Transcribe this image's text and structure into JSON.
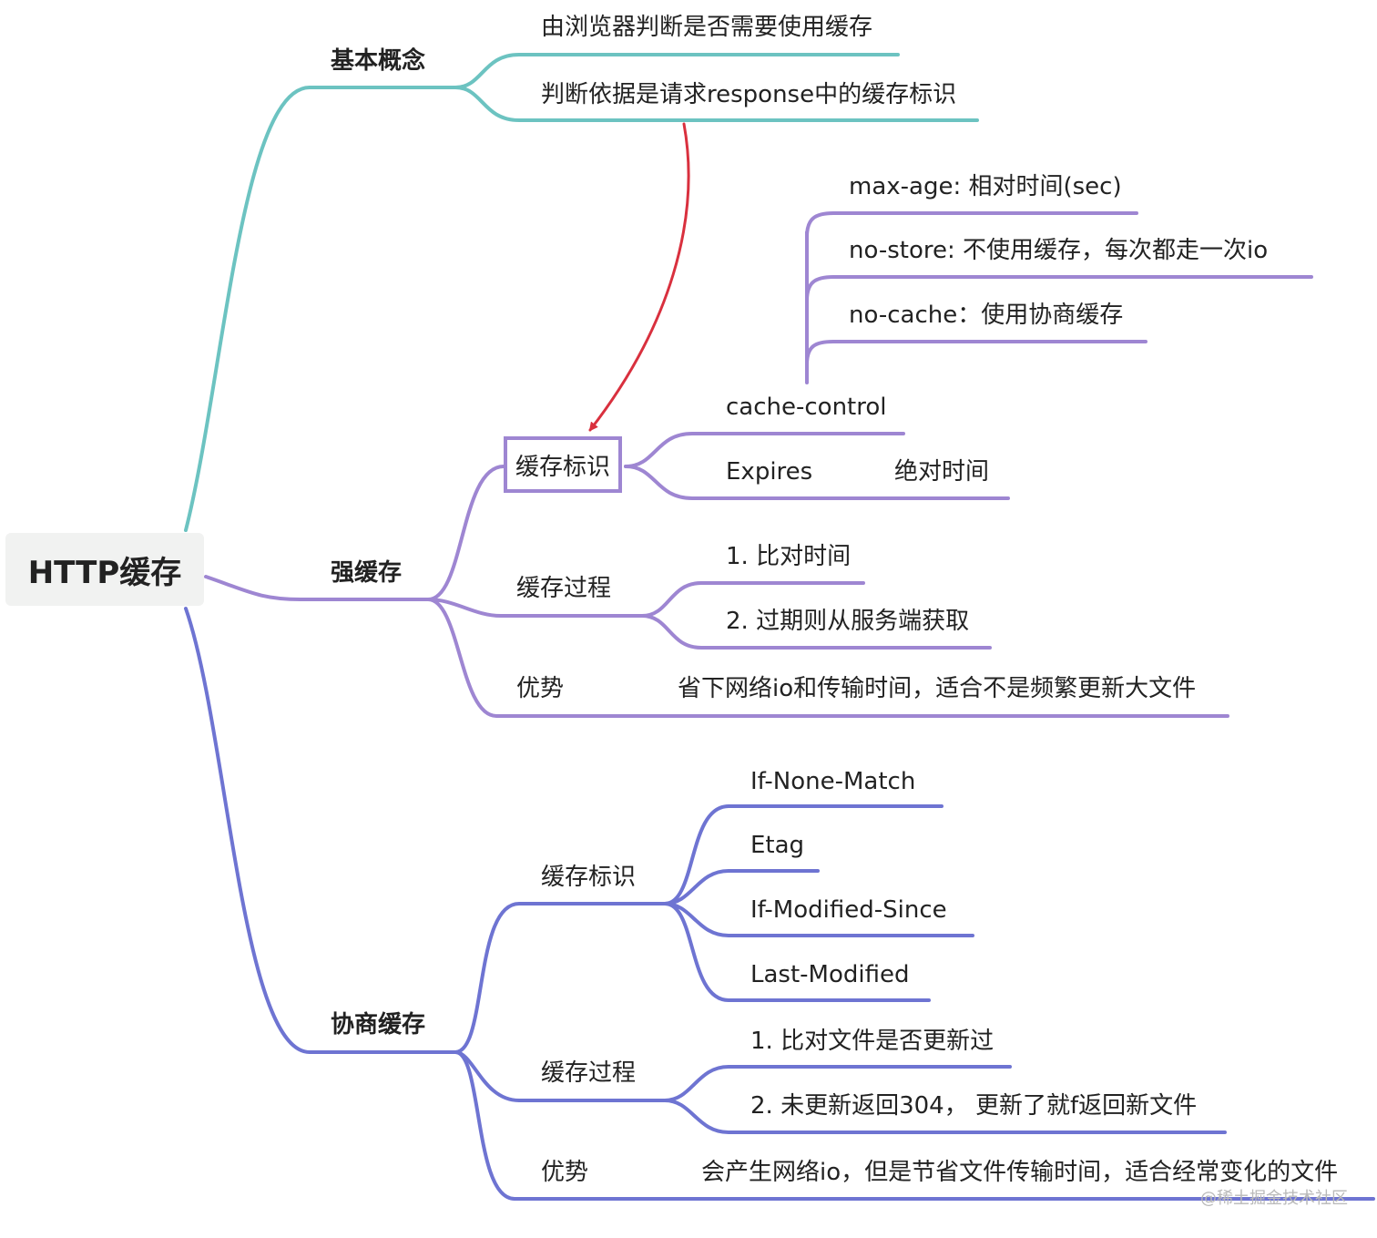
{
  "root": "HTTP缓存",
  "colors": {
    "basic": "#6cc3c1",
    "strong": "#9e86d2",
    "negotiate": "#6e74d2",
    "arrow": "#d9303e"
  },
  "basic": {
    "label": "基本概念",
    "items": [
      "由浏览器判断是否需要使用缓存",
      "判断依据是请求response中的缓存标识"
    ]
  },
  "strong": {
    "label": "强缓存",
    "flag": {
      "label": "缓存标识",
      "cache_control": {
        "label": "cache-control",
        "items": [
          "max-age: 相对时间(sec)",
          "no-store: 不使用缓存，每次都走一次io",
          "no-cache：使用协商缓存"
        ]
      },
      "expires": {
        "label": "Expires",
        "note": "绝对时间"
      }
    },
    "process": {
      "label": "缓存过程",
      "items": [
        "1. 比对时间",
        "2. 过期则从服务端获取"
      ]
    },
    "advantage": {
      "label": "优势",
      "note": "省下网络io和传输时间，适合不是频繁更新大文件"
    }
  },
  "negotiate": {
    "label": "协商缓存",
    "flag": {
      "label": "缓存标识",
      "items": [
        "If-None-Match",
        "Etag",
        "If-Modified-Since",
        "Last-Modified"
      ]
    },
    "process": {
      "label": "缓存过程",
      "items": [
        "1. 比对文件是否更新过",
        "2. 未更新返回304， 更新了就f返回新文件"
      ]
    },
    "advantage": {
      "label": "优势",
      "note": "会产生网络io，但是节省文件传输时间，适合经常变化的文件"
    }
  },
  "watermark": "@稀土掘金技术社区"
}
